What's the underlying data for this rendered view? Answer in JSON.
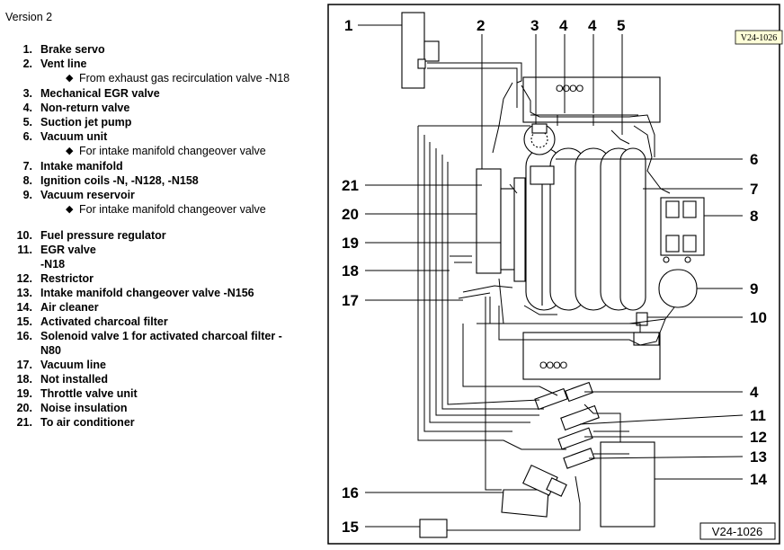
{
  "version_label": "Version 2",
  "legend": [
    {
      "num": "1.",
      "label": "Brake servo"
    },
    {
      "num": "2.",
      "label": "Vent line",
      "sub": "From exhaust gas recirculation valve -N18"
    },
    {
      "num": "3.",
      "label": "Mechanical EGR valve"
    },
    {
      "num": "4.",
      "label": "Non-return valve"
    },
    {
      "num": "5.",
      "label": "Suction jet pump"
    },
    {
      "num": "6.",
      "label": "Vacuum unit",
      "sub": "For intake manifold changeover valve"
    },
    {
      "num": "7.",
      "label": "Intake manifold"
    },
    {
      "num": "8.",
      "label": "Ignition coils -N, -N128, -N158"
    },
    {
      "num": "9.",
      "label": "Vacuum reservoir",
      "sub": "For intake manifold changeover valve"
    },
    {
      "num": "10.",
      "label": "Fuel pressure regulator",
      "gap_before": true
    },
    {
      "num": "11.",
      "label": "EGR valve",
      "label2": "-N18"
    },
    {
      "num": "12.",
      "label": "Restrictor"
    },
    {
      "num": "13.",
      "label": "Intake manifold changeover valve -N156"
    },
    {
      "num": "14.",
      "label": "Air cleaner"
    },
    {
      "num": "15.",
      "label": "Activated charcoal filter"
    },
    {
      "num": "16.",
      "label": "Solenoid valve 1 for activated charcoal filter -",
      "label2": "N80"
    },
    {
      "num": "17.",
      "label": "Vacuum line"
    },
    {
      "num": "18.",
      "label": "Not installed"
    },
    {
      "num": "19.",
      "label": "Throttle valve unit"
    },
    {
      "num": "20.",
      "label": "Noise insulation"
    },
    {
      "num": "21.",
      "label": "To air conditioner"
    }
  ],
  "diagram": {
    "ref_badge": "V24-1026",
    "ref_corner": "V24-1026",
    "engine_logo": "OOOO",
    "callouts_left": [
      "1",
      "21",
      "20",
      "19",
      "18",
      "17",
      "16",
      "15"
    ],
    "callouts_top": [
      "2",
      "3",
      "4",
      "4",
      "5"
    ],
    "callouts_right": [
      "6",
      "7",
      "8",
      "9",
      "10",
      "4",
      "11",
      "12",
      "13",
      "14"
    ]
  }
}
